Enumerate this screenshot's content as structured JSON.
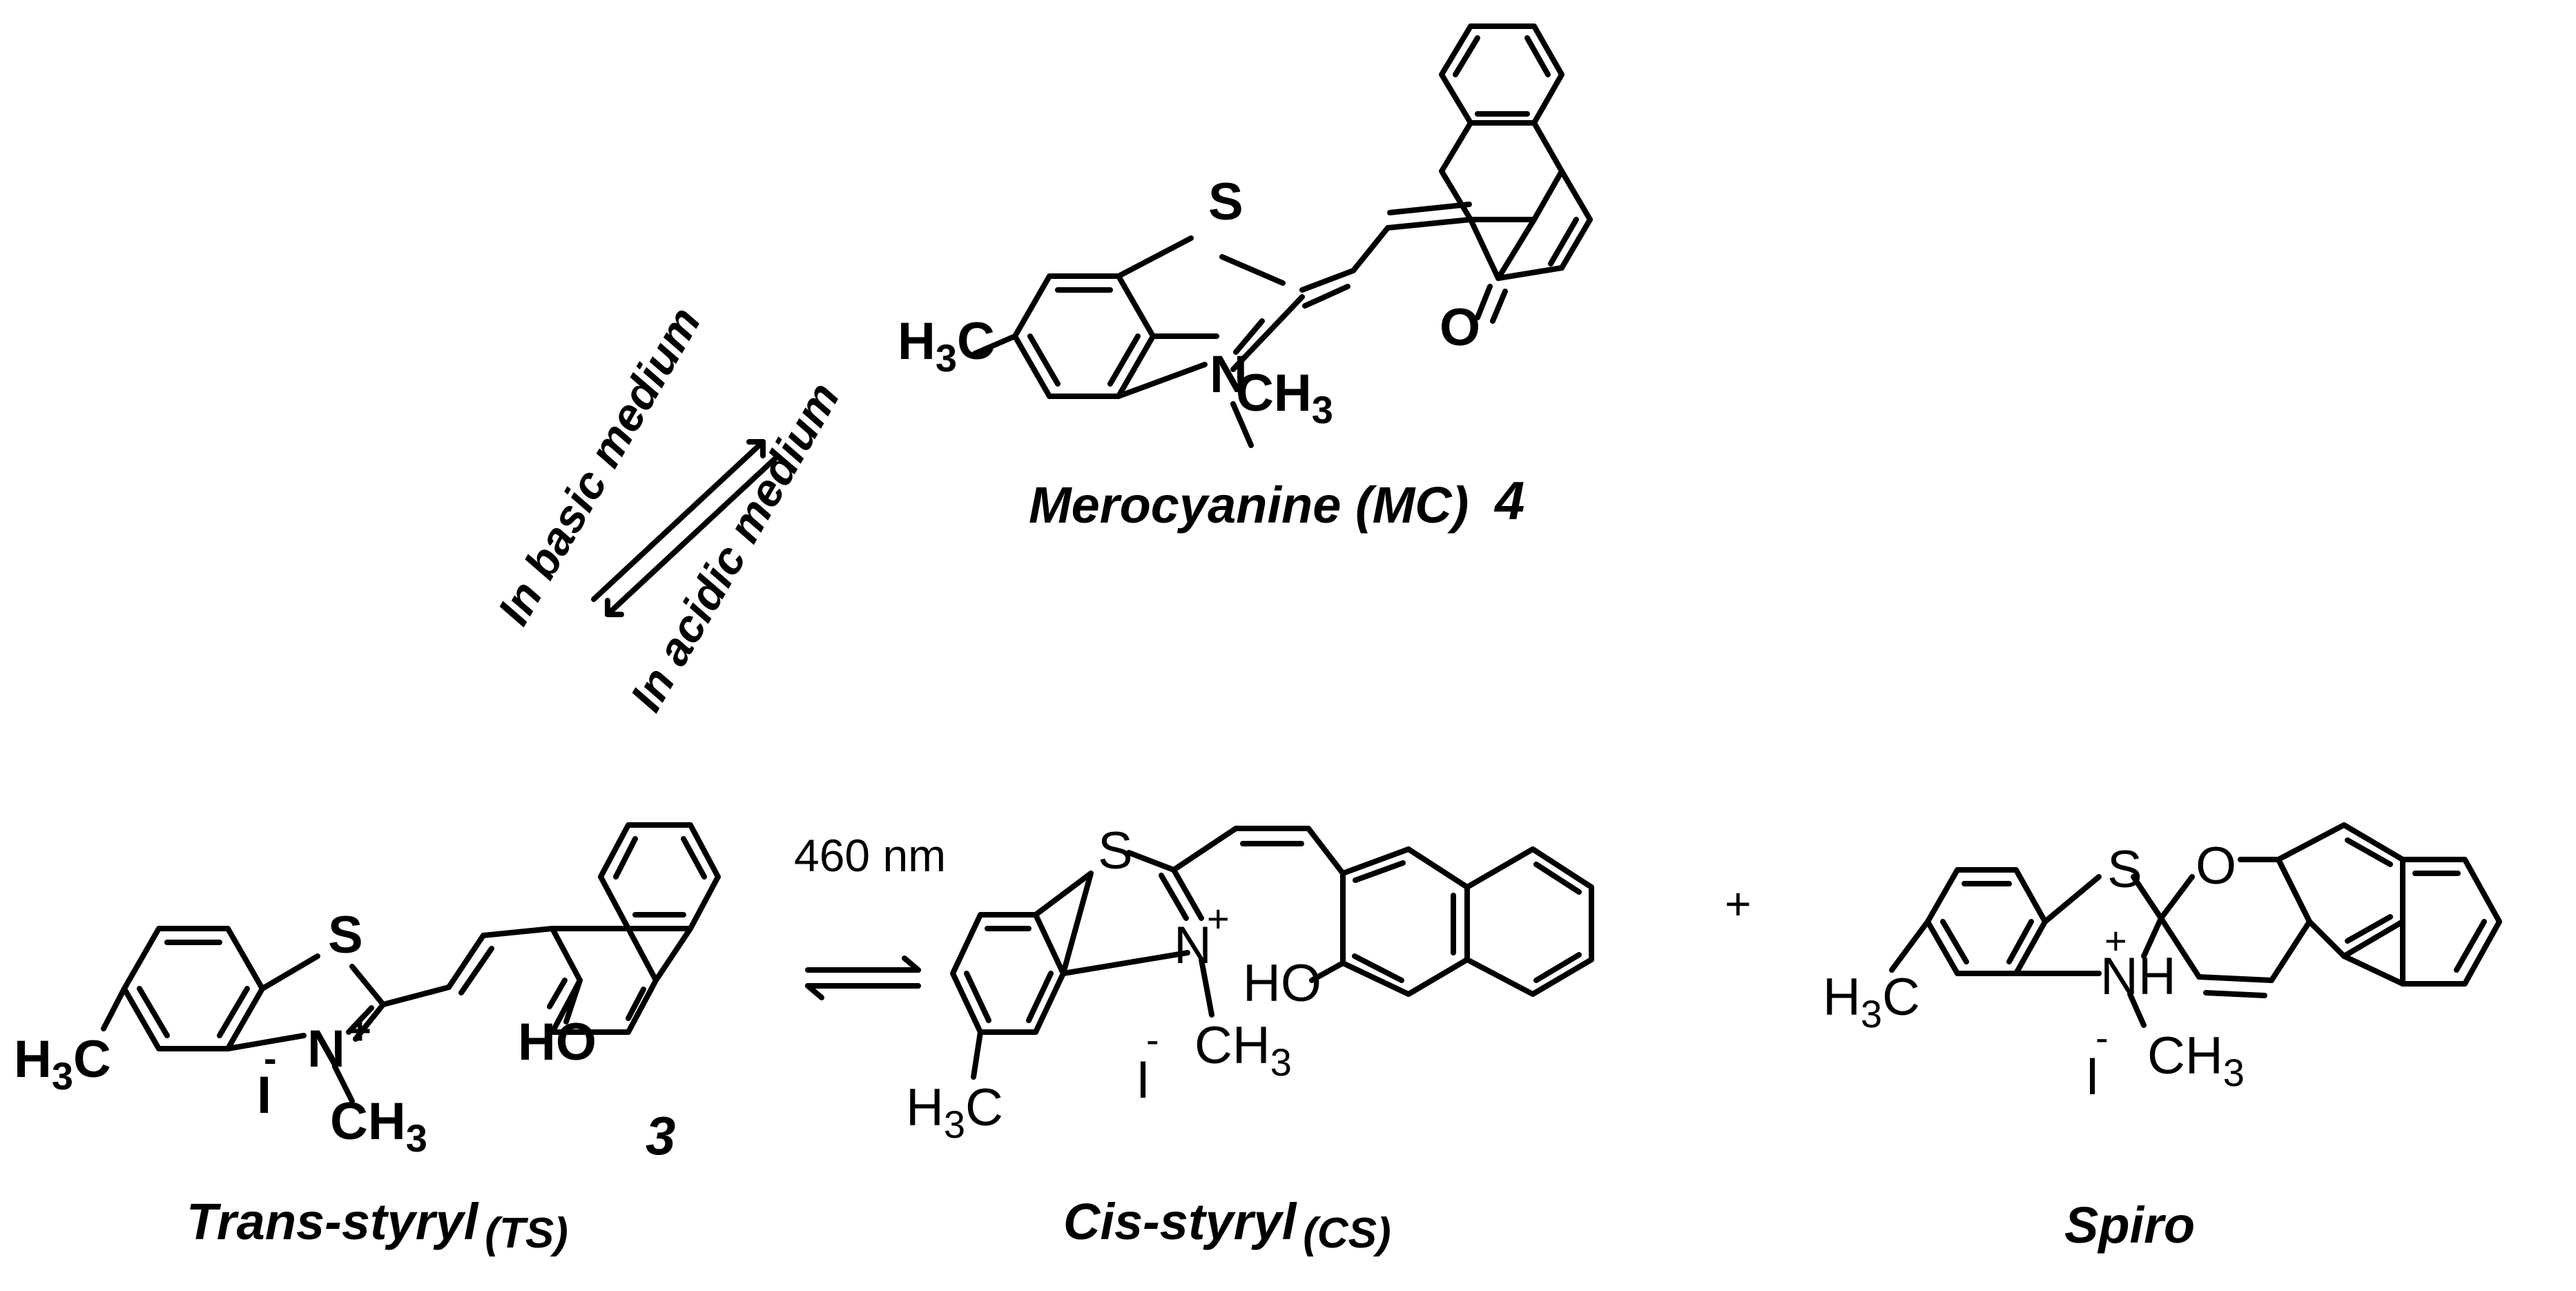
{
  "labels": {
    "merocyanine": "Merocyanine (MC)",
    "merocyanine_num": "4",
    "trans_a": "Trans-styryl",
    "trans_b": "(TS)",
    "trans_num": "3",
    "cis_a": "Cis-styryl",
    "cis_b": "(CS)",
    "spiro": "Spiro"
  },
  "conditions": {
    "basic": "In basic medium",
    "acidic": "In acidic medium",
    "wavelength": "460 nm",
    "plus": "+"
  },
  "atoms": {
    "S": "S",
    "N": "N",
    "O": "O",
    "H": "H",
    "C": "C",
    "HO": "HO",
    "NH": "NH",
    "I": "I",
    "plus": "+",
    "minus": "-",
    "three": "3"
  }
}
